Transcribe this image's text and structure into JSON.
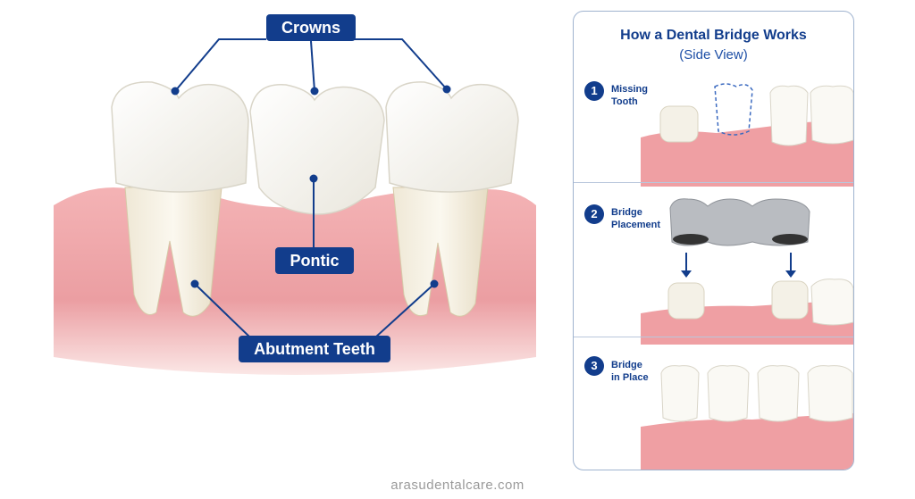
{
  "main": {
    "labels": {
      "crowns": "Crowns",
      "pontic": "Pontic",
      "abutment": "Abutment Teeth"
    }
  },
  "panel": {
    "title": "How a Dental Bridge Works",
    "subtitle": "(Side View)",
    "steps": [
      {
        "number": "1",
        "label": "Missing\nTooth"
      },
      {
        "number": "2",
        "label": "Bridge\nPlacement"
      },
      {
        "number": "3",
        "label": "Bridge\nin Place"
      }
    ]
  },
  "footer": {
    "watermark": "arasudentalcare.com"
  },
  "colors": {
    "accent": "#123d8c",
    "gum": "#f0a3a6",
    "tooth": "#fbfaf6",
    "metal": "#b9bcc1"
  }
}
